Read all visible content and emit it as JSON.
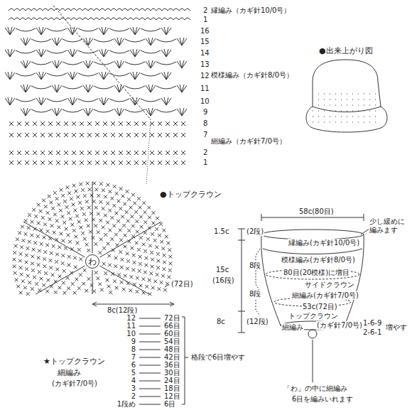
{
  "diagram": {
    "nodes": [
      {
        "text": [
          "わ"
        ]
      }
    ],
    "labels": [
      "2",
      "1",
      "16",
      "15",
      "14",
      "13",
      "12",
      "11",
      "10",
      "9",
      "8",
      "7",
      "2",
      "1",
      "縁編み（カギ針10/0号）",
      "模様編み（カギ針8/0号）",
      "細編み（カギ針7/0号）",
      "●出来上がり図",
      "●トップクラウン",
      "(72目)",
      "8c(12段)",
      "12",
      "72目",
      "11",
      "66目",
      "10",
      "60目",
      "9",
      "54目",
      "8",
      "48目",
      "7",
      "42目",
      "6",
      "36目",
      "5",
      "30目",
      "4",
      "24目",
      "3",
      "18目",
      "2",
      "12目",
      "1段め",
      "6目",
      "格段で6目増やす",
      "★トップクラウン",
      "細編み",
      "(カギ針7/0号)",
      "58c(80目)",
      "1.5c",
      "(2段)",
      "少し緩めに 編みます",
      "縁編み(カギ針10/0号)",
      "模様編み(カギ針8/0号)",
      "15c",
      "(16段)",
      "8段",
      "80目(20模様)に増目",
      "サイドクラウン",
      "8段",
      "細編み(カギ針7/0号)",
      "53c(72目)",
      "8c",
      "(12段)",
      "トップクラウン",
      "細編み",
      "(カギ針7/0号)",
      "1-6-9",
      "2-6-1",
      "増やす",
      "「わ」の中に細編み",
      "6目を編みいれます"
    ]
  }
}
